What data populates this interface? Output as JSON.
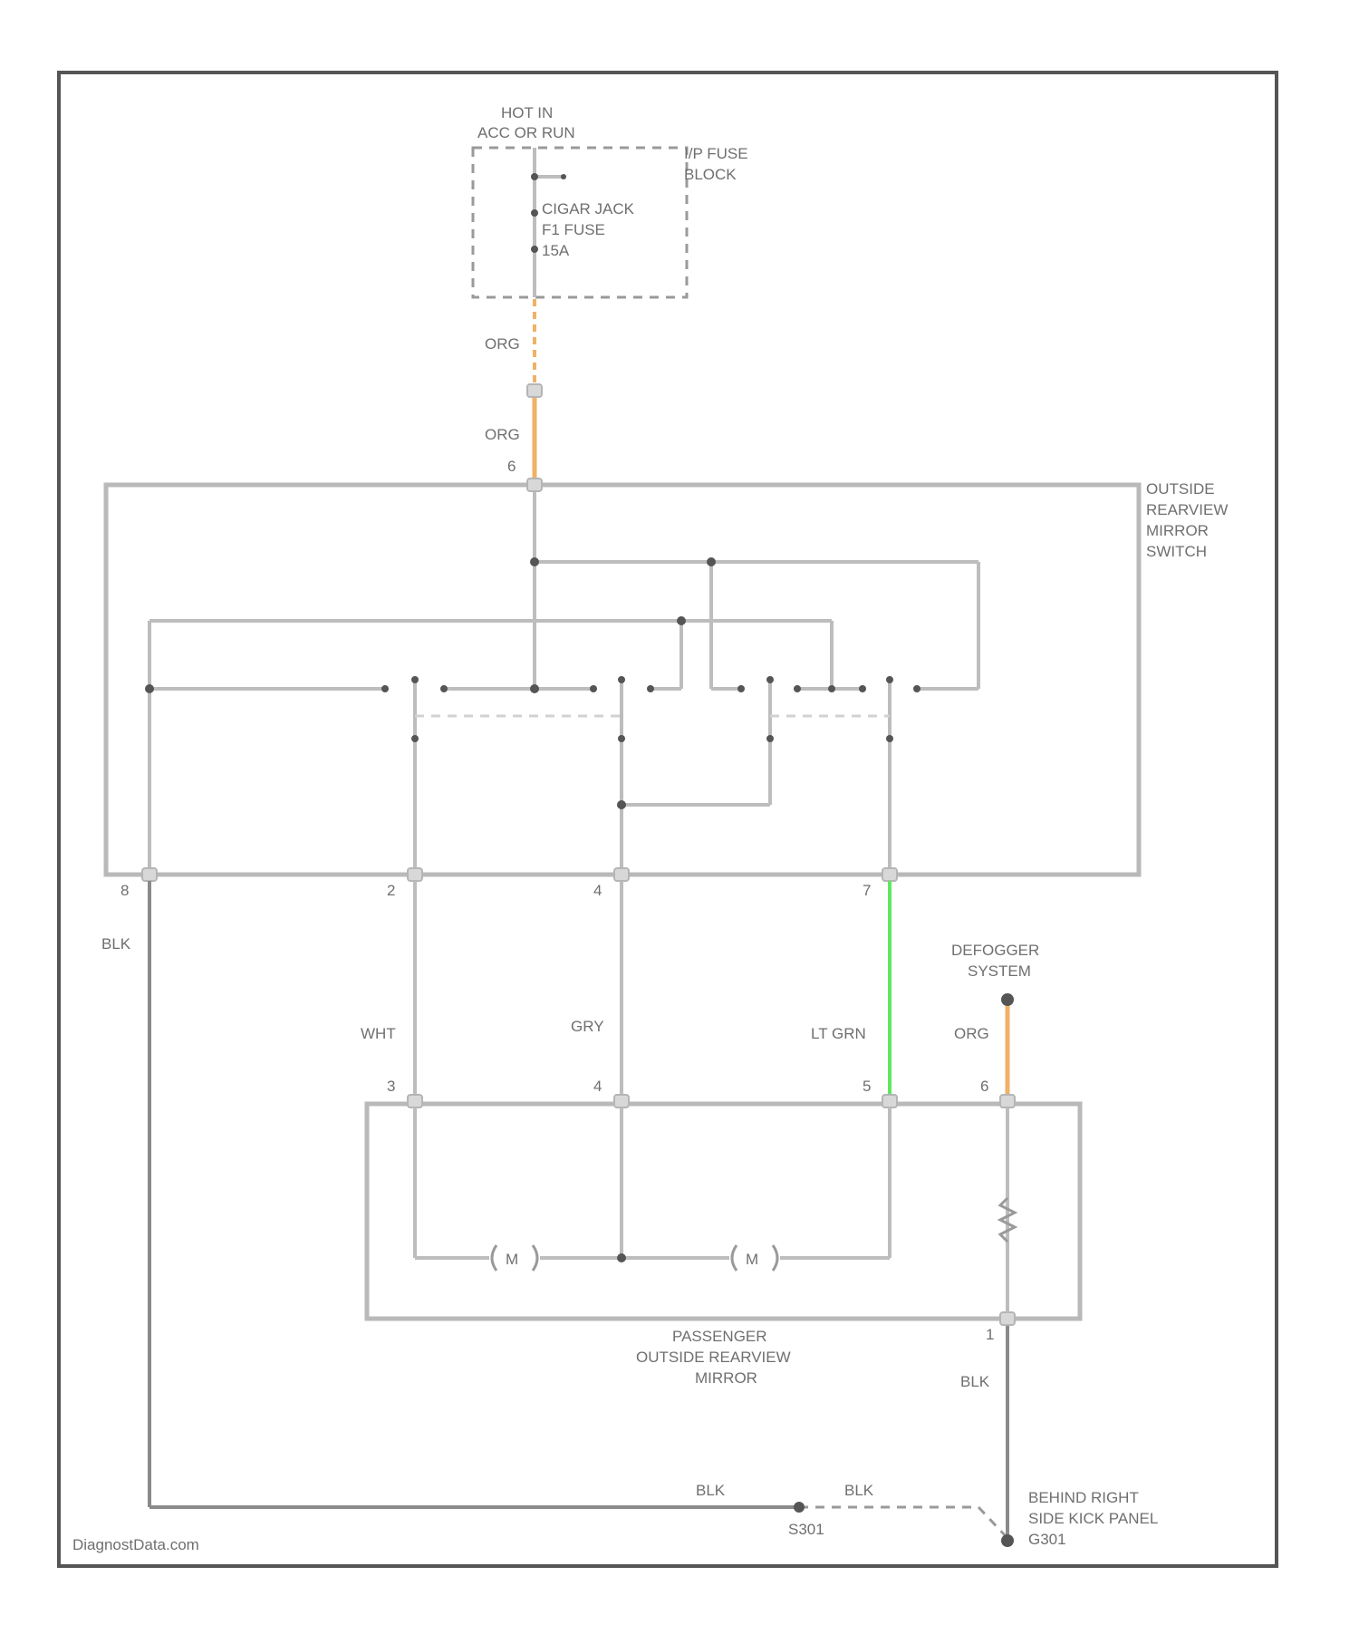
{
  "diagram": {
    "power_source": {
      "line1": "HOT IN",
      "line2": "ACC OR RUN"
    },
    "fuse_block": {
      "line1": "I/P FUSE",
      "line2": "BLOCK"
    },
    "fuse": {
      "line1": "CIGAR JACK",
      "line2": "F1 FUSE",
      "line3": "15A"
    },
    "switch": {
      "line1": "OUTSIDE",
      "line2": "REARVIEW",
      "line3": "MIRROR",
      "line4": "SWITCH"
    },
    "defogger": {
      "line1": "DEFOGGER",
      "line2": "SYSTEM"
    },
    "mirror": {
      "line1": "PASSENGER",
      "line2": "OUTSIDE REARVIEW",
      "line3": "MIRROR"
    },
    "ground": {
      "line1": "BEHIND RIGHT",
      "line2": "SIDE KICK PANEL",
      "line3": "G301"
    },
    "splice": "S301",
    "motor_symbol": "M",
    "wires": {
      "org_upper": "ORG",
      "org_lower": "ORG",
      "blk_left": "BLK",
      "wht": "WHT",
      "gry": "GRY",
      "lt_grn": "LT GRN",
      "org_defog": "ORG",
      "blk_right": "BLK",
      "blk_bottom_1": "BLK",
      "blk_bottom_2": "BLK"
    },
    "pins": {
      "switch_top": "6",
      "switch_b1": "8",
      "switch_b2": "2",
      "switch_b3": "4",
      "switch_b4": "7",
      "mirror_t1": "3",
      "mirror_t2": "4",
      "mirror_t3": "5",
      "mirror_t4": "6",
      "mirror_bottom": "1"
    },
    "watermark": "DiagnostData.com",
    "colors": {
      "org": "#f0b266",
      "lt_grn": "#5ee85e",
      "wire": "#bdbdbd",
      "ground": "#8a8a8a"
    }
  }
}
